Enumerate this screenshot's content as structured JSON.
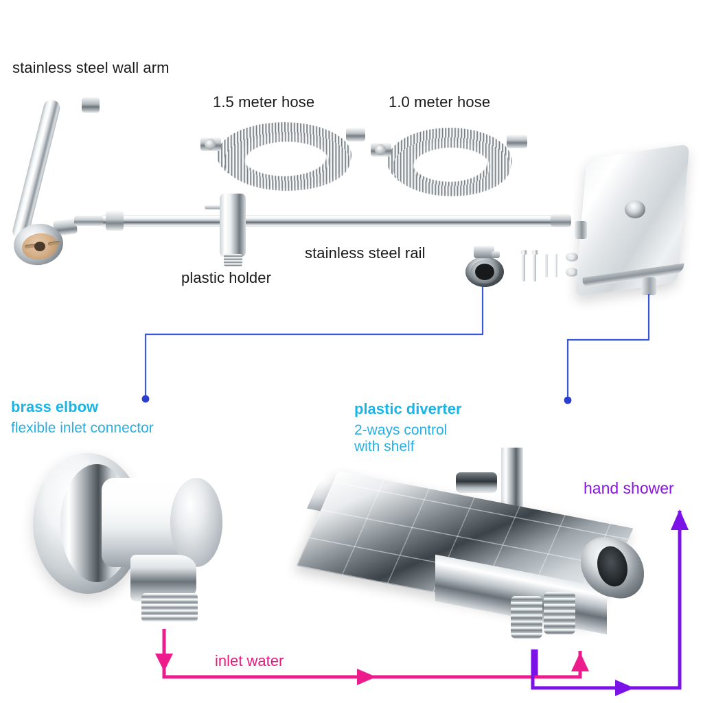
{
  "diagram": {
    "title_kind": "shower-set-parts-exploded-diagram",
    "background": "#ffffff",
    "colors": {
      "label_black": "#1a1a1a",
      "label_cyan_bold": "#19B5E6",
      "label_cyan": "#29AEE3",
      "label_purple": "#8A14E0",
      "label_magenta": "#E8197F",
      "leader_blue": "#3A57D8",
      "flow_magenta": "#ED1C8C",
      "flow_purple": "#7B13E8"
    }
  },
  "labels": {
    "wall_arm": "stainless steel wall arm",
    "hose_15": "1.5 meter hose",
    "hose_10": "1.0 meter hose",
    "rail": "stainless steel rail",
    "holder": "plastic holder",
    "brass_elbow_title": "brass elbow",
    "brass_elbow_sub": "flexible inlet connector",
    "diverter_title": "plastic diverter",
    "diverter_sub": "2-ways control\nwith shelf",
    "hand_shower": "hand shower",
    "inlet_water": "inlet water"
  },
  "parts": [
    {
      "name": "stainless-steel-wall-arm",
      "label": "stainless steel wall arm"
    },
    {
      "name": "hose-1-5-meter",
      "label": "1.5 meter hose"
    },
    {
      "name": "hose-1-0-meter",
      "label": "1.0 meter hose"
    },
    {
      "name": "stainless-steel-rail",
      "label": "stainless steel rail"
    },
    {
      "name": "plastic-holder",
      "label": "plastic holder"
    },
    {
      "name": "brass-elbow",
      "label": "brass elbow"
    },
    {
      "name": "screws-and-washers",
      "label": ""
    },
    {
      "name": "shelf-plate",
      "label": ""
    },
    {
      "name": "plastic-diverter",
      "label": "plastic diverter"
    }
  ],
  "flows": [
    {
      "name": "inlet-water-flow",
      "label": "inlet water",
      "color": "#ED1C8C"
    },
    {
      "name": "hand-shower-flow",
      "label": "hand shower",
      "color": "#7B13E8"
    }
  ]
}
